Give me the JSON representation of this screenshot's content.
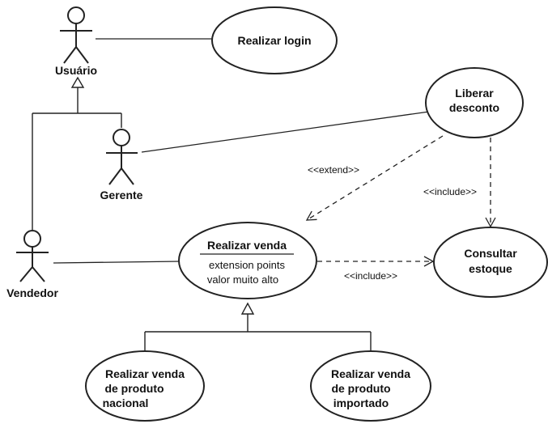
{
  "actors": {
    "usuario": "Usuário",
    "gerente": "Gerente",
    "vendedor": "Vendedor"
  },
  "use_cases": {
    "realizar_login": "Realizar login",
    "liberar_desconto": [
      "Liberar",
      "desconto"
    ],
    "realizar_venda": {
      "title": "Realizar venda",
      "ext_line1": "extension points",
      "ext_line2": "valor muito alto"
    },
    "consultar_estoque": [
      "Consultar",
      "estoque"
    ],
    "venda_nacional": [
      "Realizar venda",
      "de produto",
      "nacional"
    ],
    "venda_importado": [
      "Realizar venda",
      "de produto",
      "importado"
    ]
  },
  "relations": {
    "extend": "<<extend>>",
    "include_top": "<<include>>",
    "include_bottom": "<<include>>"
  }
}
